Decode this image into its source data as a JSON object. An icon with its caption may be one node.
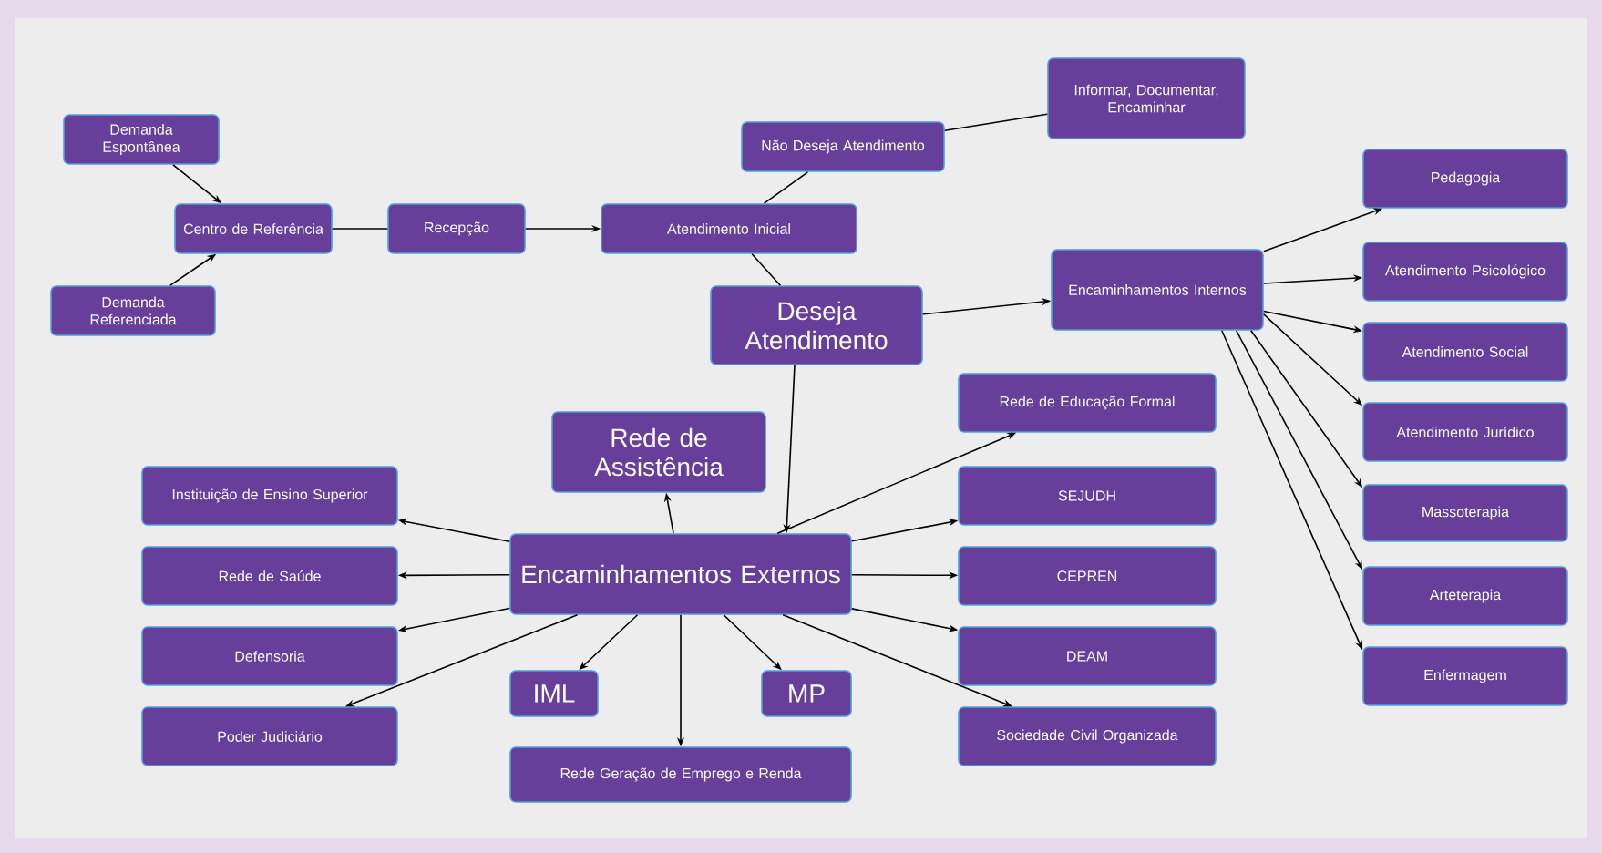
{
  "diagram": {
    "nodes": [
      {
        "text": [
          "Demanda Espontânea"
        ]
      },
      {
        "text": [
          "Demanda Referenciada"
        ]
      },
      {
        "text": [
          "Centro de Referência"
        ]
      },
      {
        "text": [
          "Recepção"
        ]
      },
      {
        "text": [
          "Atendimento Inicial"
        ]
      },
      {
        "text": [
          "Não Deseja Atendimento"
        ]
      },
      {
        "text": [
          "Informar, Documentar, Encaminhar"
        ]
      },
      {
        "text": [
          "Deseja Atendimento"
        ]
      },
      {
        "text": [
          "Encaminhamentos Internos"
        ]
      },
      {
        "text": [
          "Pedagogia"
        ]
      },
      {
        "text": [
          "Atendimento Psicológico"
        ]
      },
      {
        "text": [
          "Atendimento Social"
        ]
      },
      {
        "text": [
          "Atendimento Jurídico"
        ]
      },
      {
        "text": [
          "Massoterapia"
        ]
      },
      {
        "text": [
          "Arteterapia"
        ]
      },
      {
        "text": [
          "Enfermagem"
        ]
      },
      {
        "text": [
          "Rede de Assistência"
        ]
      },
      {
        "text": [
          "Encaminhamentos Externos"
        ]
      },
      {
        "text": [
          "Rede de Educação Formal"
        ]
      },
      {
        "text": [
          "SEJUDH"
        ]
      },
      {
        "text": [
          "CEPREN"
        ]
      },
      {
        "text": [
          "DEAM"
        ]
      },
      {
        "text": [
          "Sociedade Civil Organizada"
        ]
      },
      {
        "text": [
          "Instituição de Ensino Superior"
        ]
      },
      {
        "text": [
          "Rede de Saúde"
        ]
      },
      {
        "text": [
          "Defensoria"
        ]
      },
      {
        "text": [
          "Poder Judiciário"
        ]
      },
      {
        "text": [
          "IML"
        ]
      },
      {
        "text": [
          "MP"
        ]
      },
      {
        "text": [
          "Rede Geração de Emprego e Renda"
        ]
      }
    ],
    "edges": [
      {
        "from": 0,
        "to": 2,
        "arrow": "to"
      },
      {
        "from": 1,
        "to": 2,
        "arrow": "to"
      },
      {
        "from": 2,
        "to": 3,
        "arrow": "none"
      },
      {
        "from": 3,
        "to": 4,
        "arrow": "to"
      },
      {
        "from": 4,
        "to": 5,
        "arrow": "none"
      },
      {
        "from": 5,
        "to": 6,
        "arrow": "none"
      },
      {
        "from": 4,
        "to": 7,
        "arrow": "none"
      },
      {
        "from": 7,
        "to": 8,
        "arrow": "to"
      },
      {
        "from": 7,
        "to": 17,
        "arrow": "to"
      },
      {
        "from": 8,
        "to": 9,
        "arrow": "to"
      },
      {
        "from": 8,
        "to": 10,
        "arrow": "to"
      },
      {
        "from": 8,
        "to": 11,
        "arrow": "to"
      },
      {
        "from": 8,
        "to": 12,
        "arrow": "to"
      },
      {
        "from": 8,
        "to": 13,
        "arrow": "to"
      },
      {
        "from": 8,
        "to": 14,
        "arrow": "to"
      },
      {
        "from": 8,
        "to": 15,
        "arrow": "to"
      },
      {
        "from": 17,
        "to": 16,
        "arrow": "to"
      },
      {
        "from": 17,
        "to": 18,
        "arrow": "to"
      },
      {
        "from": 17,
        "to": 19,
        "arrow": "to"
      },
      {
        "from": 17,
        "to": 20,
        "arrow": "to"
      },
      {
        "from": 17,
        "to": 21,
        "arrow": "to"
      },
      {
        "from": 17,
        "to": 22,
        "arrow": "to"
      },
      {
        "from": 17,
        "to": 23,
        "arrow": "to"
      },
      {
        "from": 17,
        "to": 24,
        "arrow": "to"
      },
      {
        "from": 17,
        "to": 25,
        "arrow": "to"
      },
      {
        "from": 17,
        "to": 26,
        "arrow": "to"
      },
      {
        "from": 17,
        "to": 27,
        "arrow": "to"
      },
      {
        "from": 17,
        "to": 28,
        "arrow": "to"
      },
      {
        "from": 17,
        "to": 29,
        "arrow": "to"
      }
    ]
  }
}
